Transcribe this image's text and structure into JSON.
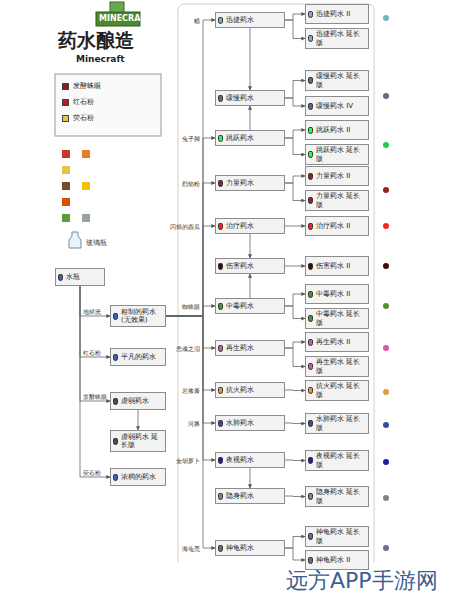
{
  "diagram": {
    "title": "药水酿造",
    "nodes": [
      {
        "text": [
          "水瓶"
        ]
      },
      {
        "text": [
          "粗制的药水 (无效果)"
        ]
      },
      {
        "text": [
          "平凡的药水"
        ]
      },
      {
        "text": [
          "虚弱药水"
        ]
      },
      {
        "text": [
          "虚弱药水 延长版"
        ]
      },
      {
        "text": [
          "浓稠的药水"
        ]
      },
      {
        "text": [
          "迅捷药水"
        ]
      },
      {
        "text": [
          "缓慢药水"
        ]
      },
      {
        "text": [
          "跳跃药水"
        ]
      },
      {
        "text": [
          "力量药水"
        ]
      },
      {
        "text": [
          "治疗药水"
        ]
      },
      {
        "text": [
          "伤害药水"
        ]
      },
      {
        "text": [
          "中毒药水"
        ]
      },
      {
        "text": [
          "再生药水"
        ]
      },
      {
        "text": [
          "抗火药水"
        ]
      },
      {
        "text": [
          "水肺药水"
        ]
      },
      {
        "text": [
          "夜视药水"
        ]
      },
      {
        "text": [
          "隐身药水"
        ]
      },
      {
        "text": [
          "神龟药水"
        ]
      },
      {
        "text": [
          "迅捷药水 II"
        ]
      },
      {
        "text": [
          "迅捷药水 延长版"
        ]
      },
      {
        "text": [
          "缓慢药水 延长版"
        ]
      },
      {
        "text": [
          "缓慢药水 IV"
        ]
      },
      {
        "text": [
          "跳跃药水 II"
        ]
      },
      {
        "text": [
          "跳跃药水 延长版"
        ]
      },
      {
        "text": [
          "力量药水 II"
        ]
      },
      {
        "text": [
          "力量药水 延长版"
        ]
      },
      {
        "text": [
          "治疗药水 II"
        ]
      },
      {
        "text": [
          "伤害药水 II"
        ]
      },
      {
        "text": [
          "中毒药水 II"
        ]
      },
      {
        "text": [
          "中毒药水 延长版"
        ]
      },
      {
        "text": [
          "再生药水 II"
        ]
      },
      {
        "text": [
          "再生药水 延长版"
        ]
      },
      {
        "text": [
          "抗火药水 延长版"
        ]
      },
      {
        "text": [
          "水肺药水 延长版"
        ]
      },
      {
        "text": [
          "夜视药水 延长版"
        ]
      },
      {
        "text": [
          "隐身药水 延长版"
        ]
      },
      {
        "text": [
          "神龟药水 延长版"
        ]
      },
      {
        "text": [
          "神龟药水 II"
        ]
      }
    ],
    "edges": [
      {
        "from": 0,
        "to": 1,
        "arrow": "to",
        "label": "地狱疣"
      },
      {
        "from": 0,
        "to": 2,
        "arrow": "to",
        "label": "红石粉"
      },
      {
        "from": 0,
        "to": 3,
        "arrow": "to",
        "label": "发酵蛛眼"
      },
      {
        "from": 3,
        "to": 4,
        "arrow": "to"
      },
      {
        "from": 0,
        "to": 5,
        "arrow": "to",
        "label": "荧石粉"
      },
      {
        "from": 1,
        "to": 6,
        "arrow": "to",
        "label": "糖"
      },
      {
        "from": 1,
        "to": 8,
        "arrow": "to",
        "label": "兔子脚"
      },
      {
        "from": 1,
        "to": 9,
        "arrow": "to",
        "label": "烈焰粉"
      },
      {
        "from": 1,
        "to": 10,
        "arrow": "to",
        "label": "闪烁的西瓜"
      },
      {
        "from": 1,
        "to": 12,
        "arrow": "to",
        "label": "蜘蛛眼"
      },
      {
        "from": 1,
        "to": 13,
        "arrow": "to",
        "label": "恶魂之泪"
      },
      {
        "from": 1,
        "to": 14,
        "arrow": "to",
        "label": "岩浆膏"
      },
      {
        "from": 1,
        "to": 15,
        "arrow": "to",
        "label": "河豚"
      },
      {
        "from": 1,
        "to": 16,
        "arrow": "to",
        "label": "金胡萝卜"
      },
      {
        "from": 1,
        "to": 18,
        "arrow": "to",
        "label": "海龟壳"
      },
      {
        "from": 6,
        "to": 7,
        "arrow": "to"
      },
      {
        "from": 8,
        "to": 7,
        "arrow": "to"
      },
      {
        "from": 10,
        "to": 11,
        "arrow": "to"
      },
      {
        "from": 12,
        "to": 11,
        "arrow": "to"
      },
      {
        "from": 16,
        "to": 17,
        "arrow": "to"
      },
      {
        "from": 6,
        "to": 19,
        "arrow": "to"
      },
      {
        "from": 6,
        "to": 20,
        "arrow": "to"
      },
      {
        "from": 7,
        "to": 21,
        "arrow": "to"
      },
      {
        "from": 7,
        "to": 22,
        "arrow": "to"
      },
      {
        "from": 8,
        "to": 23,
        "arrow": "to"
      },
      {
        "from": 8,
        "to": 24,
        "arrow": "to"
      },
      {
        "from": 9,
        "to": 25,
        "arrow": "to"
      },
      {
        "from": 9,
        "to": 26,
        "arrow": "to"
      },
      {
        "from": 10,
        "to": 27,
        "arrow": "to"
      },
      {
        "from": 11,
        "to": 28,
        "arrow": "to"
      },
      {
        "from": 12,
        "to": 29,
        "arrow": "to"
      },
      {
        "from": 12,
        "to": 30,
        "arrow": "to"
      },
      {
        "from": 13,
        "to": 31,
        "arrow": "to"
      },
      {
        "from": 13,
        "to": 32,
        "arrow": "to"
      },
      {
        "from": 14,
        "to": 33,
        "arrow": "to"
      },
      {
        "from": 15,
        "to": 34,
        "arrow": "to"
      },
      {
        "from": 16,
        "to": 35,
        "arrow": "to"
      },
      {
        "from": 17,
        "to": 36,
        "arrow": "to"
      },
      {
        "from": 18,
        "to": 37,
        "arrow": "to"
      },
      {
        "from": 18,
        "to": 38,
        "arrow": "to"
      }
    ],
    "labels": [
      "MINECRAFT",
      "Minecraft",
      "玻璃瓶",
      "远方APP手游网"
    ],
    "legend": [
      {
        "text": "发酵蛛眼",
        "color": "#8b1a1a"
      },
      {
        "text": "红石粉",
        "color": "#b02020"
      },
      {
        "text": "荧石粉",
        "color": "#e8c24a"
      }
    ]
  }
}
